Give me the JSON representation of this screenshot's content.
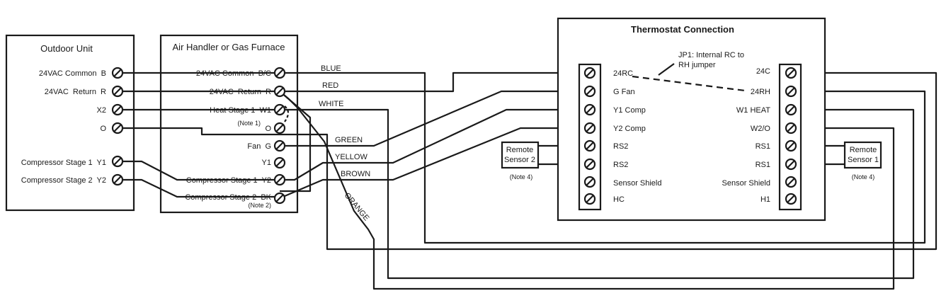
{
  "outdoor_unit": {
    "title": "Outdoor Unit",
    "terminals": [
      {
        "label": "24VAC Common  B"
      },
      {
        "label": "24VAC  Return  R"
      },
      {
        "label": "X2"
      },
      {
        "label": "O"
      },
      {
        "label": "Compressor Stage 1  Y1"
      },
      {
        "label": "Compressor Stage 2  Y2"
      }
    ]
  },
  "air_handler": {
    "title": "Air Handler or Gas Furnace",
    "terminals": [
      {
        "label": "24VAC Common  B/C"
      },
      {
        "label": "24VAC  Return  R"
      },
      {
        "label": "Heat Stage 1  W1"
      },
      {
        "label": "O"
      },
      {
        "label": "Fan  G"
      },
      {
        "label": "Y1"
      },
      {
        "label": "Compressor Stage 1  Y2"
      },
      {
        "label": "Compressor Stage 2  BK"
      }
    ],
    "note1": "(Note 1)",
    "note2": "(Note 2)"
  },
  "thermostat": {
    "title": "Thermostat Connection",
    "jumper_note_line1": "JP1: Internal RC to",
    "jumper_note_line2": "RH jumper",
    "left_terminals": [
      "24RC",
      "G Fan",
      "Y1 Comp",
      "Y2 Comp",
      "RS2",
      "RS2",
      "Sensor Shield",
      "HC"
    ],
    "right_terminals": [
      "24C",
      "24RH",
      "W1 HEAT",
      "W2/O",
      "RS1",
      "RS1",
      "Sensor Shield",
      "H1"
    ]
  },
  "remote_sensor_2": {
    "line1": "Remote",
    "line2": "Sensor 2",
    "note": "(Note 4)"
  },
  "remote_sensor_1": {
    "line1": "Remote",
    "line2": "Sensor 1",
    "note": "(Note 4)"
  },
  "wire_labels": {
    "blue": "BLUE",
    "red": "RED",
    "white": "WHITE",
    "green": "GREEN",
    "yellow": "YELLOW",
    "brown": "BROWN",
    "orange": "ORANGE"
  }
}
